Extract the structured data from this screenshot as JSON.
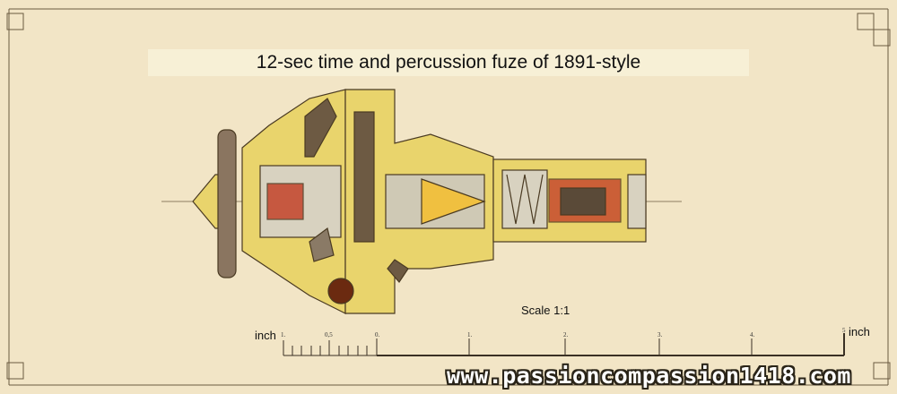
{
  "title": "12-sec time and percussion fuze of 1891-style",
  "scale": {
    "label": "Scale 1:1",
    "unit_left": "inch",
    "unit_right": "inch",
    "tick_labels": [
      "1.",
      "0,5",
      "0.",
      "1.",
      "2.",
      "3.",
      "4.",
      "5"
    ]
  },
  "watermark": "www.passioncompassion1418.com",
  "colors": {
    "paper": "#f2e5c6",
    "brass": "#e9d46c",
    "line": "#4a3a22",
    "red": "#c4432a"
  }
}
